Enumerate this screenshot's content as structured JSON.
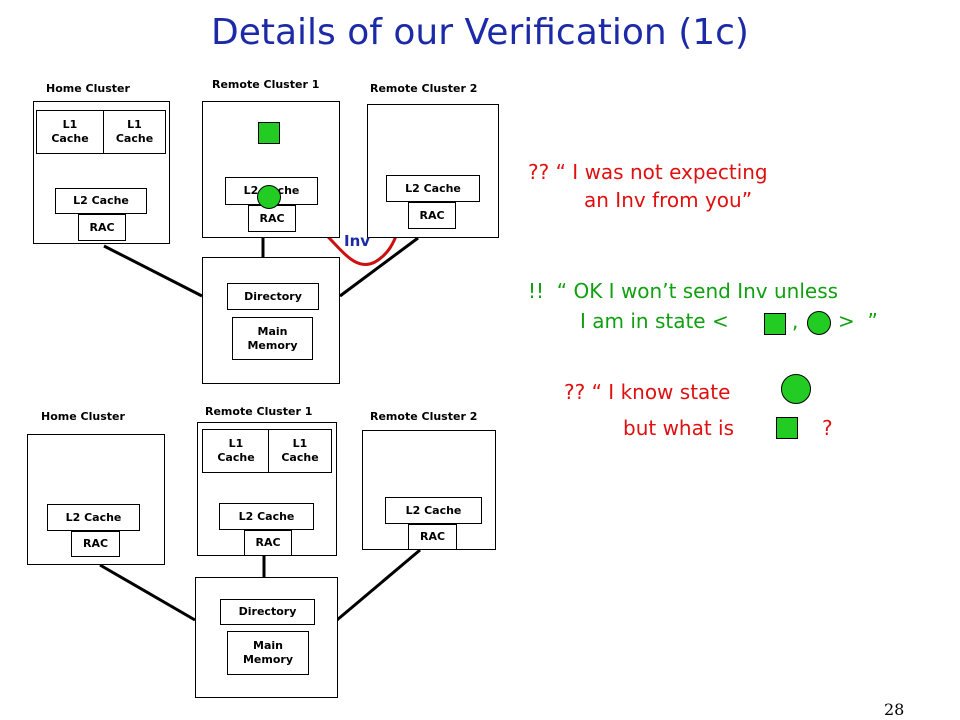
{
  "title": "Details of our Verification (1c)",
  "top_diagram": {
    "home_cluster": "Home Cluster",
    "remote_cluster_1": "Remote Cluster 1",
    "remote_cluster_2": "Remote Cluster 2",
    "l1_cache_a": "L1\nCache",
    "l1_cache_b": "L1\nCache",
    "home_l2": "L2 Cache",
    "home_rac": "RAC",
    "r1_l2": "L2 Cache",
    "r1_rac": "RAC",
    "r2_l2": "L2 Cache",
    "r2_rac": "RAC",
    "directory": "Directory",
    "main_memory": "Main\nMemory",
    "inv": "Inv"
  },
  "bottom_diagram": {
    "home_cluster": "Home Cluster",
    "remote_cluster_1": "Remote Cluster 1",
    "remote_cluster_2": "Remote Cluster 2",
    "home_l2": "L2 Cache",
    "home_rac": "RAC",
    "l1_cache_a": "L1\nCache",
    "l1_cache_b": "L1\nCache",
    "r1_l2": "L2 Cache",
    "r1_rac": "RAC",
    "r2_l2": "L2 Cache",
    "r2_rac": "RAC",
    "directory": "Directory",
    "main_memory": "Main\nMemory"
  },
  "messages": {
    "m1_line1": "?? “ I was not expecting",
    "m1_line2": "an Inv from you”",
    "m2_line1": "!!  “ OK I won’t send Inv unless",
    "m2_line2a": "I am in state <",
    "m2_line2b": ",",
    "m2_line2c": ">  ”",
    "m3_line1": "?? “ I know state",
    "m3_line2": "but what is",
    "m3_line2_end": "?"
  },
  "colors": {
    "title": "#1c2aa8",
    "red_text": "#e01010",
    "green_text": "#10a010",
    "state_green": "#22cc22"
  },
  "page_number": "28"
}
